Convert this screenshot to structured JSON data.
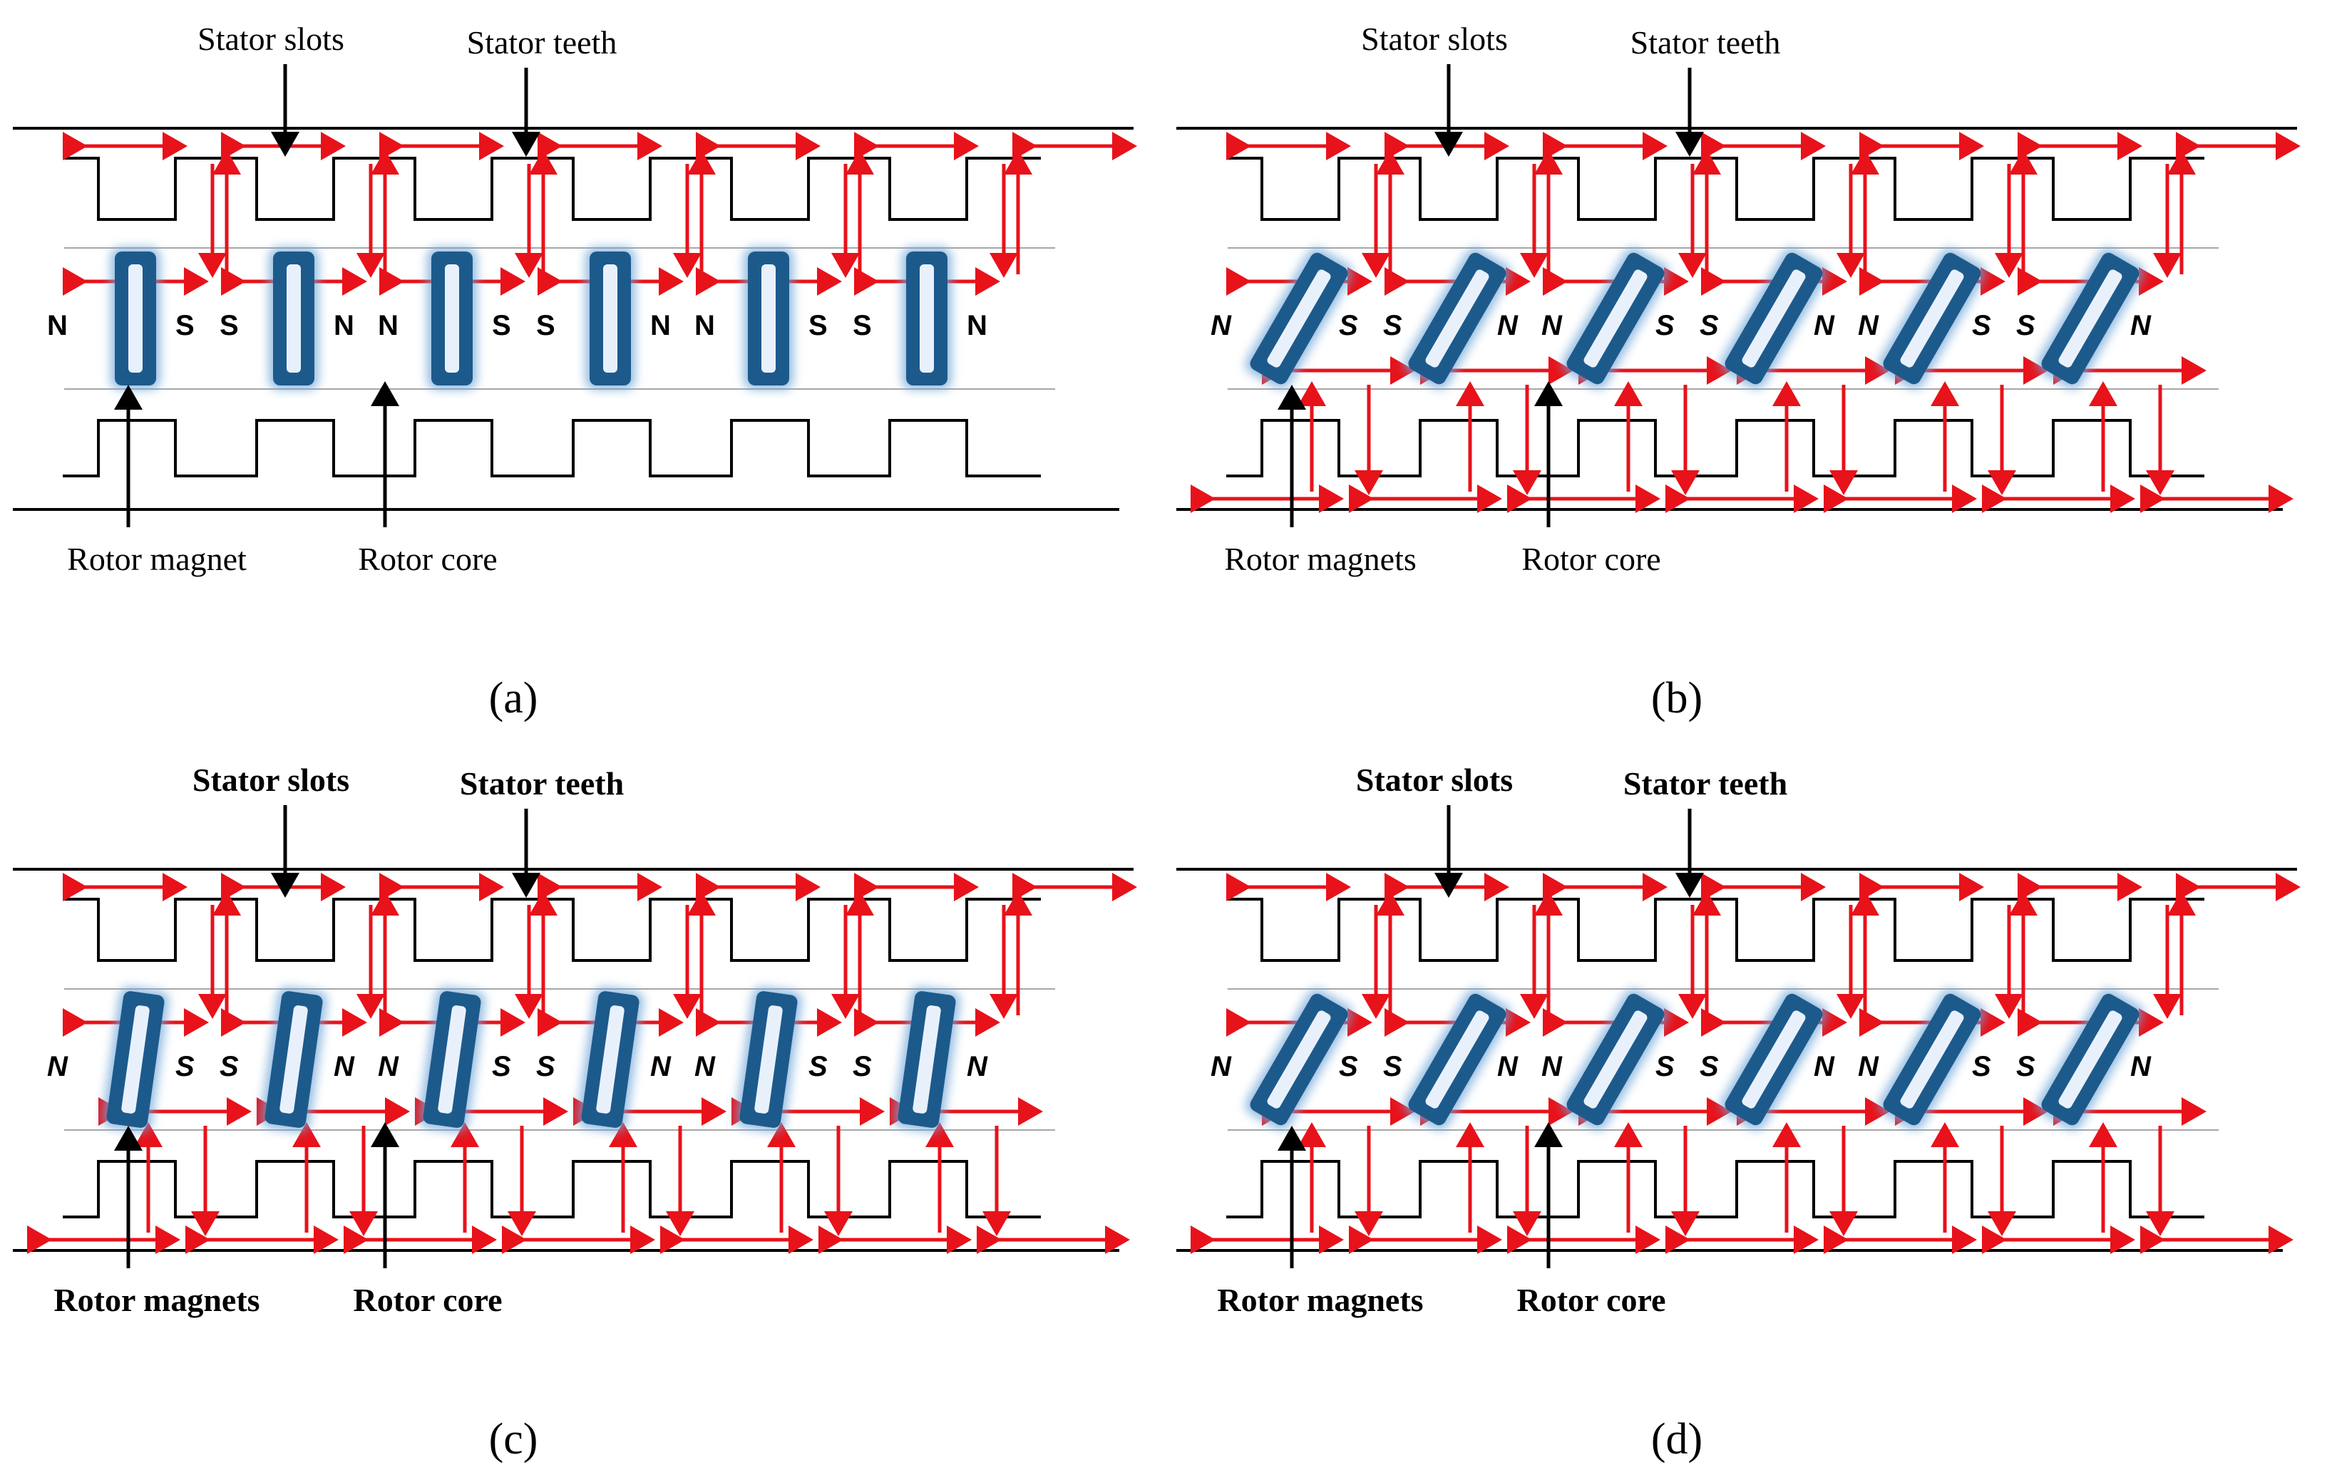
{
  "colors": {
    "background": "#ffffff",
    "outline": "#000000",
    "flux": "#e8121a",
    "magnet_core": "#1d5a8c",
    "magnet_glow": "#6fa6d8",
    "magnet_center": "#e8f1fb"
  },
  "panels": [
    {
      "id": "a",
      "caption": "(a)",
      "magnet_tilt": "none",
      "flux_in_rotor": false,
      "label_style": "regular",
      "labels": {
        "stator_slots": "Stator slots",
        "stator_teeth": "Stator teeth",
        "rotor_magnet": "Rotor magnet",
        "rotor_core": "Rotor core"
      },
      "poles": [
        "N",
        "S",
        "S",
        "N",
        "N",
        "S",
        "S",
        "N",
        "N",
        "S",
        "S",
        "N"
      ]
    },
    {
      "id": "b",
      "caption": "(b)",
      "magnet_tilt": "strong",
      "flux_in_rotor": true,
      "label_style": "regular",
      "labels": {
        "stator_slots": "Stator slots",
        "stator_teeth": "Stator teeth",
        "rotor_magnet": "Rotor magnets",
        "rotor_core": "Rotor core"
      },
      "poles": [
        "N",
        "S",
        "S",
        "N",
        "N",
        "S",
        "S",
        "N",
        "N",
        "S",
        "S",
        "N"
      ]
    },
    {
      "id": "c",
      "caption": "(c)",
      "magnet_tilt": "slight",
      "flux_in_rotor": true,
      "label_style": "bold",
      "labels": {
        "stator_slots": "Stator slots",
        "stator_teeth": "Stator teeth",
        "rotor_magnet": "Rotor magnets",
        "rotor_core": "Rotor core"
      },
      "poles": [
        "N",
        "S",
        "S",
        "N",
        "N",
        "S",
        "S",
        "N",
        "N",
        "S",
        "S",
        "N"
      ]
    },
    {
      "id": "d",
      "caption": "(d)",
      "magnet_tilt": "strong",
      "flux_in_rotor": true,
      "label_style": "bold",
      "labels": {
        "stator_slots": "Stator slots",
        "stator_teeth": "Stator teeth",
        "rotor_magnet": "Rotor magnets",
        "rotor_core": "Rotor core"
      },
      "poles": [
        "N",
        "S",
        "S",
        "N",
        "N",
        "S",
        "S",
        "N",
        "N",
        "S",
        "S",
        "N"
      ]
    }
  ]
}
